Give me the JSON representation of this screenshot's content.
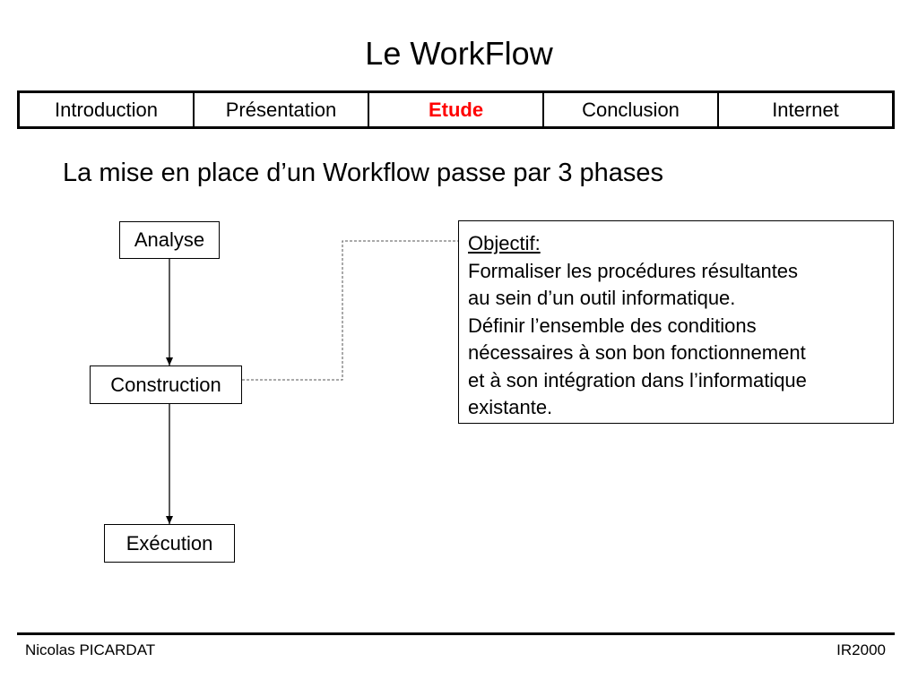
{
  "slide": {
    "title": "Le WorkFlow",
    "subtitle": "La mise en place d’un Workflow passe par 3 phases"
  },
  "nav": {
    "items": [
      {
        "label": "Introduction",
        "active": false
      },
      {
        "label": "Présentation",
        "active": false
      },
      {
        "label": "Etude",
        "active": true
      },
      {
        "label": "Conclusion",
        "active": false
      },
      {
        "label": "Internet",
        "active": false
      }
    ],
    "active_color": "#ff0000"
  },
  "diagram": {
    "phases": [
      "Analyse",
      "Construction",
      "Exécution"
    ],
    "objective": {
      "heading": "Objectif:",
      "lines": [
        "Formaliser les procédures résultantes",
        "au sein d’un outil informatique.",
        "Définir l’ensemble des conditions",
        "nécessaires à son bon fonctionnement",
        "et à son intégration dans l’informatique",
        "existante."
      ]
    }
  },
  "footer": {
    "author": "Nicolas PICARDAT",
    "code": "IR2000"
  }
}
